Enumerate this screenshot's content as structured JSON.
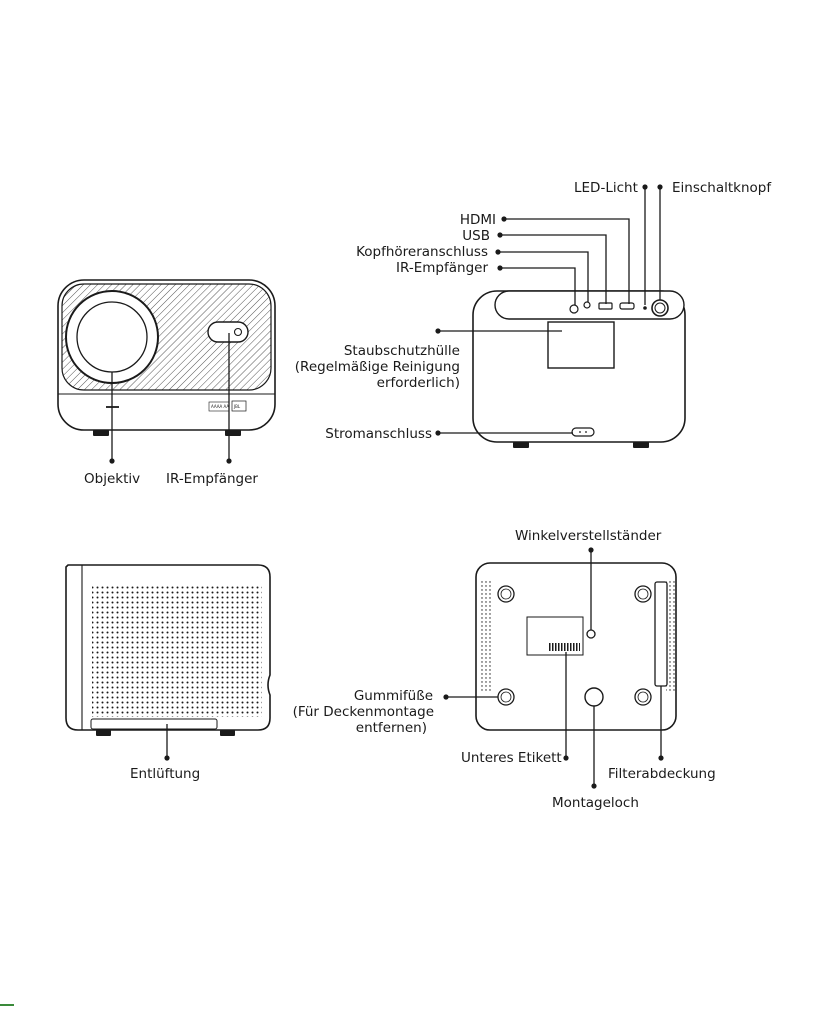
{
  "front": {
    "labels": {
      "lens": "Objektiv",
      "ir": "IR-Empfänger"
    },
    "tiny_text": {
      "left": "AAAA AA",
      "right": "JBL"
    }
  },
  "back": {
    "labels": {
      "led": "LED-Licht",
      "power": "Einschaltknopf",
      "hdmi": "HDMI",
      "usb": "USB",
      "headphone": "Kopfhöreranschluss",
      "ir": "IR-Empfänger",
      "dust_1": "Staubschutzhülle",
      "dust_2": "(Regelmäßige Reinigung",
      "dust_3": "erforderlich)",
      "power_port": "Stromanschluss"
    }
  },
  "side": {
    "labels": {
      "vent": "Entlüftung"
    }
  },
  "bottom": {
    "labels": {
      "stand": "Winkelverstellständer",
      "feet_1": "Gummifüße",
      "feet_2": "(Für Deckenmontage",
      "feet_3": "entfernen)",
      "label": "Unteres Etikett",
      "filter": "Filterabdeckung",
      "mount": "Montageloch"
    }
  },
  "colors": {
    "ink": "#1a1a1a",
    "background": "#ffffff"
  }
}
